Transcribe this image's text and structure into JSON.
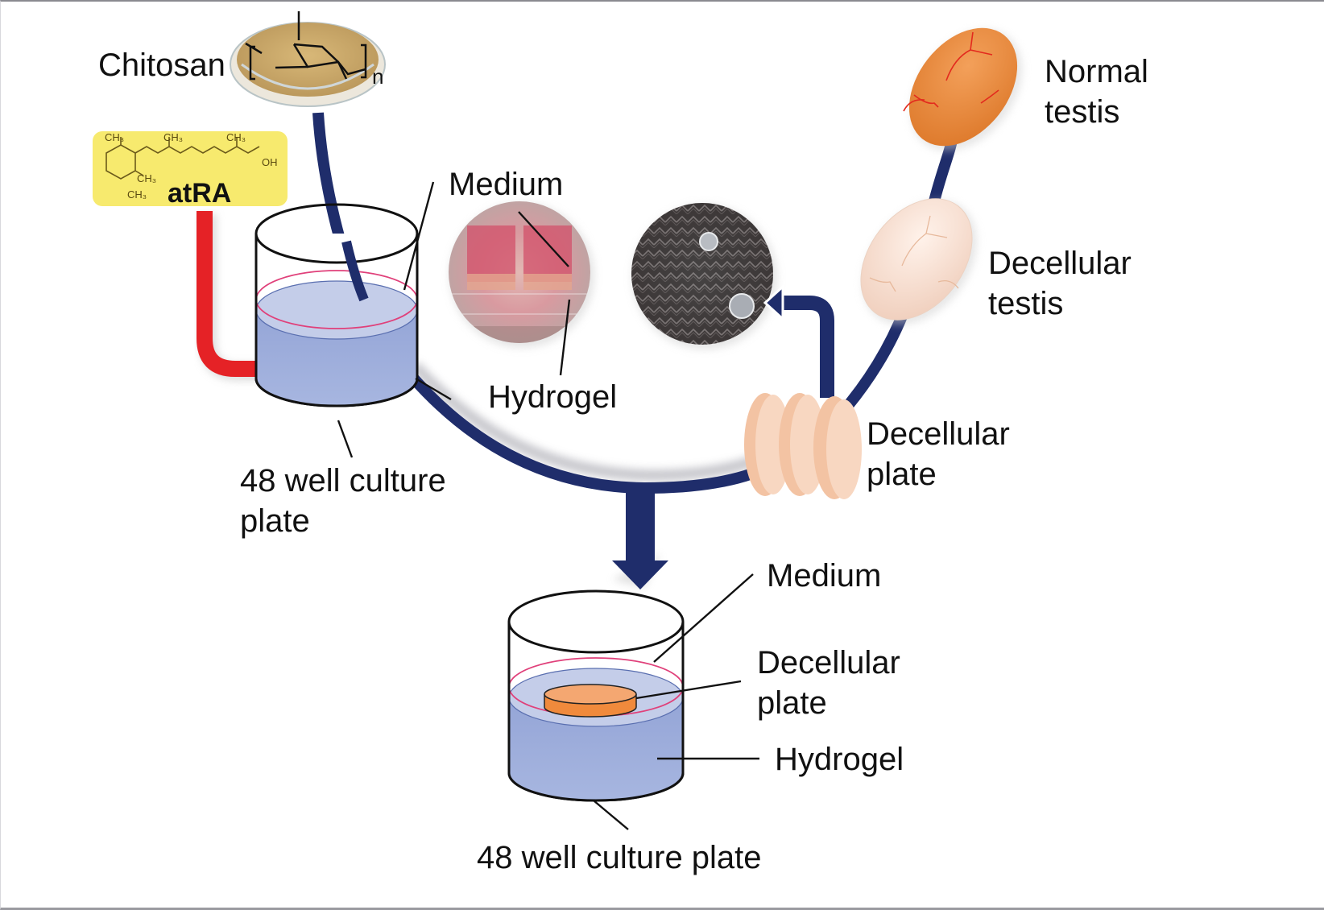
{
  "diagram": {
    "title_elements": {
      "chitosan": {
        "label": "Chitosan",
        "subscript": "n",
        "icon": "chitosan-powder-dish-icon"
      },
      "atra": {
        "label": "atRA",
        "methyl_1": "CH3",
        "methyl_2": "CH3",
        "methyl_3": "CH3",
        "methyl_4": "CH3",
        "methyl_5": "CH3",
        "hydroxyl": "OH",
        "box_color": "#f7ea6e",
        "icon": "retinoic-acid-structure-icon"
      }
    },
    "top_well": {
      "medium_label": "Medium",
      "hydrogel_label": "Hydrogel",
      "plate_label_line1": "48 well culture",
      "plate_label_line2": "plate",
      "photo_icon": "hydrogel-well-photo-icon"
    },
    "right_branch": {
      "normal_testis_line1": "Normal",
      "normal_testis_line2": "testis",
      "decellular_testis_line1": "Decellular",
      "decellular_testis_line2": "testis",
      "decellular_plate_line1": "Decellular",
      "decellular_plate_line2": "plate",
      "photo_icon": "decellular-plate-photo-icon"
    },
    "bottom_well": {
      "medium_label": "Medium",
      "plate_insert_line1": "Decellular",
      "plate_insert_line2": "plate",
      "hydrogel_label": "Hydrogel",
      "plate_label": "48 well culture plate"
    },
    "colors": {
      "flow_line": "#1f2d6b",
      "atra_arrow": "#e52226",
      "hydrogel": "#98a9d8",
      "medium_ring": "#e0407a",
      "normal_testis": "#ec8a3a",
      "decellular_testis": "#f7ddd0",
      "decellular_plate": "#f6c9ab",
      "plate_insert": "#f08a3c"
    }
  }
}
